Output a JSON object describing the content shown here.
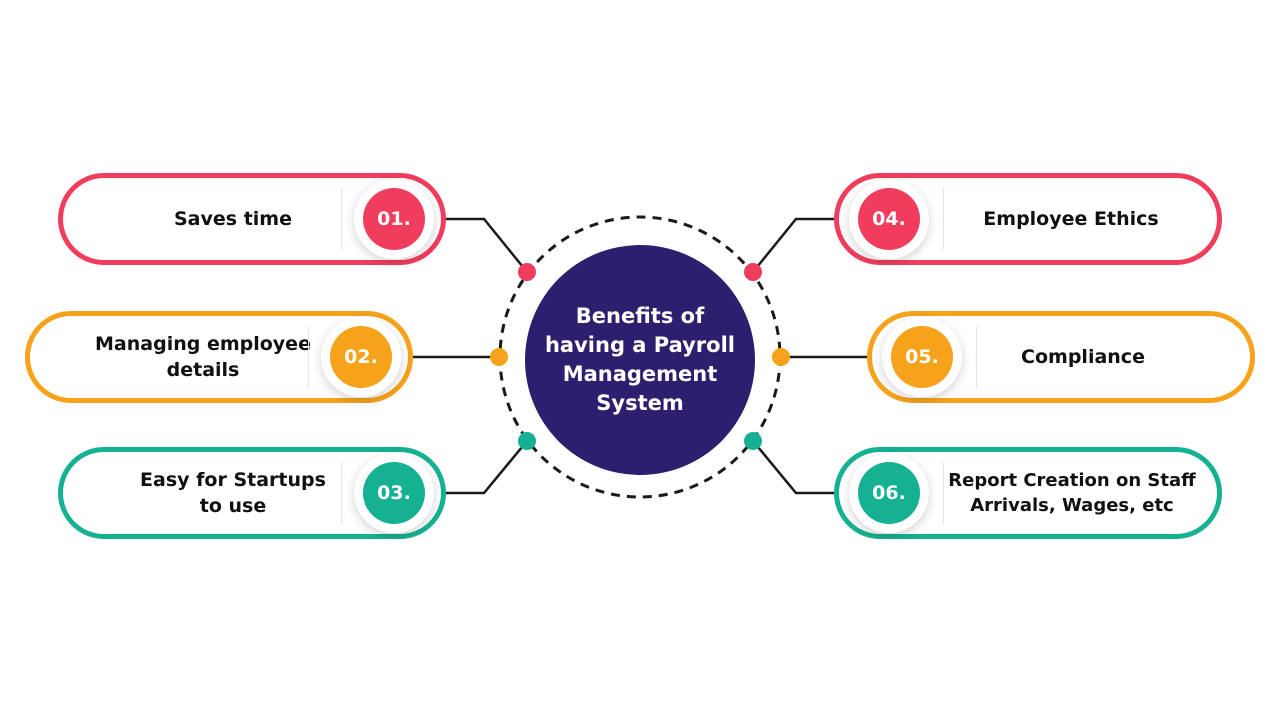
{
  "hub": {
    "title": "Benefits of having a Payroll Management System",
    "color": "#2e1f6e"
  },
  "colors": {
    "red": "#f03d5d",
    "orange": "#f7a21b",
    "teal": "#16b193"
  },
  "items": [
    {
      "number": "01.",
      "label": "Saves time",
      "color": "#f03d5d"
    },
    {
      "number": "02.",
      "label": "Managing employee details",
      "color": "#f7a21b"
    },
    {
      "number": "03.",
      "label": "Easy for Startups to use",
      "color": "#16b193"
    },
    {
      "number": "04.",
      "label": "Employee Ethics",
      "color": "#f03d5d"
    },
    {
      "number": "05.",
      "label": "Compliance",
      "color": "#f7a21b"
    },
    {
      "number": "06.",
      "label": "Report Creation on Staff Arrivals, Wages, etc",
      "color": "#16b193"
    }
  ]
}
